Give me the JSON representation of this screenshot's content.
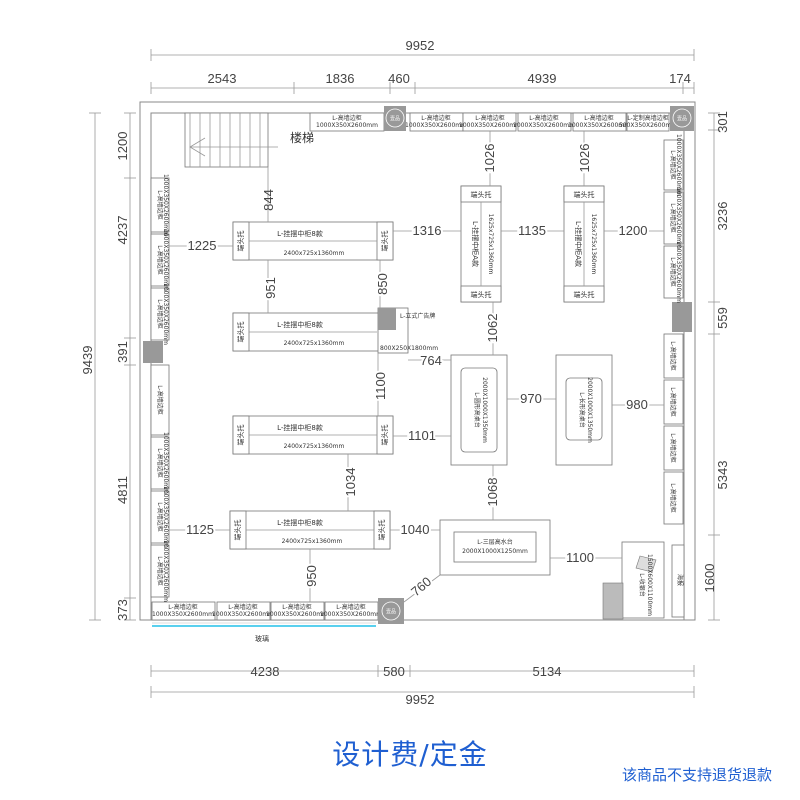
{
  "dims": {
    "top_total": "9952",
    "top_parts": [
      "2543",
      "1836",
      "460",
      "4939",
      "174"
    ],
    "bottom_parts": [
      "4238",
      "580",
      "5134"
    ],
    "bottom_total": "9952",
    "left_total": "9439",
    "left_parts": [
      "1200",
      "4237",
      "391",
      "4811",
      "373"
    ],
    "right_parts": [
      "301",
      "3236",
      "559",
      "5343",
      "1600"
    ],
    "inner": {
      "d844": "844",
      "d1225": "1225",
      "d1316": "1316",
      "d1135": "1135",
      "d1200": "1200",
      "d1026a": "1026",
      "d1026b": "1026",
      "d951": "951",
      "d850": "850",
      "d1062": "1062",
      "d764": "764",
      "d1100v": "1100",
      "d970": "970",
      "d980": "980",
      "d1101": "1101",
      "d1034": "1034",
      "d1068": "1068",
      "d1125": "1125",
      "d1040": "1040",
      "d1100h": "1100",
      "d950": "950",
      "d760": "760"
    }
  },
  "labels": {
    "stairs": "楼梯",
    "glass": "玻璃",
    "top_wall": [
      "L-高墙边柜",
      "L-高墙边柜",
      "L-高墙边柜",
      "L-高墙边柜",
      "L-定制高墙边柜"
    ],
    "top_wall_size": [
      "1000X350X2600mm",
      "1000X350X2600mm",
      "1000X350X2600mm",
      "1000X350X2600mm",
      "500X350X2600mm"
    ],
    "bottom_wall": [
      "L-高墙边柜",
      "L-高墙边柜",
      "L-高墙边柜",
      "L-高墙边柜"
    ],
    "bottom_wall_size": [
      "1000X350X2600mm",
      "1000X350X2600mm",
      "1000X350X2600mm",
      "1000X350X2600mm"
    ],
    "mid_cabinet": "L-挂摆中柜8款",
    "mid_cabinet_size": "2400x725x1360mm",
    "end_holder": "端头托",
    "a_cabinet": "L-挂摆中柜A款",
    "a_cabinet_size": "1625x725x1360mm",
    "round_table": "L-圆形高桌台",
    "round_table_size": "2000X1000X1350mm",
    "rect_table": "L-长形高桌台",
    "rect_table_size": "2000X1000X1350mm",
    "water_table": "L-三层高水台",
    "water_table_size": "2000X1000X1250mm",
    "cashier": "L-收银台",
    "cashier_size": "1500X600X1100mm",
    "ad_board": "L-立式广告牌",
    "ad_board_size": "800X250X1800mm",
    "poster": "海报",
    "logo": "壹品"
  },
  "footer": {
    "title": "设计费/定金",
    "note": "该商品不支持退货退款"
  }
}
